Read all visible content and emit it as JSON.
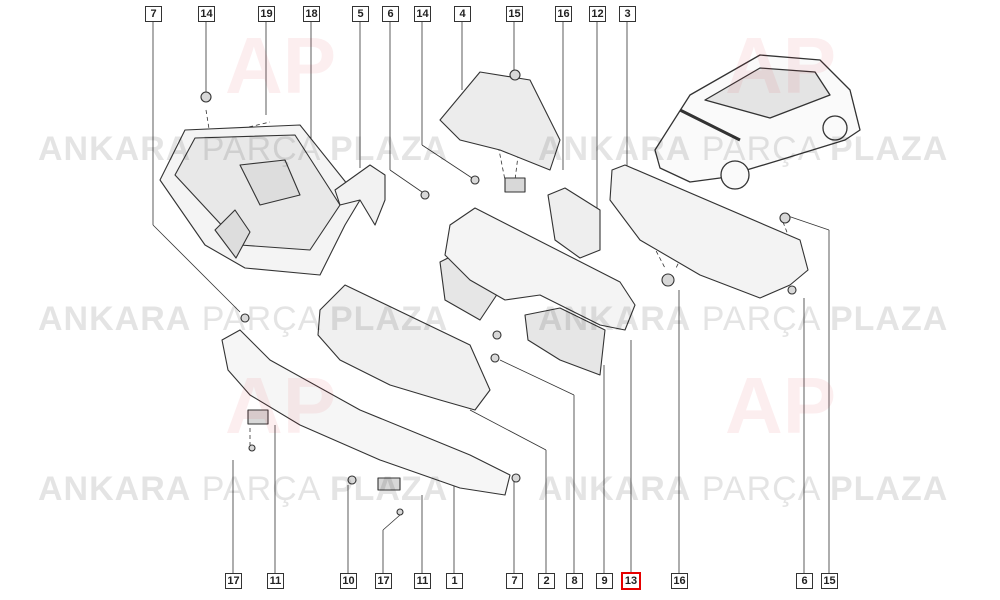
{
  "watermark": {
    "word1": "ANKARA",
    "word2": "PARÇA",
    "word3": "PLAZA",
    "logo": "AP"
  },
  "top_labels": [
    "7",
    "14",
    "19",
    "18",
    "5",
    "6",
    "14",
    "4",
    "15",
    "16",
    "12",
    "3"
  ],
  "bottom_labels": [
    "17",
    "11",
    "10",
    "17",
    "11",
    "1",
    "7",
    "2",
    "8",
    "9",
    "13",
    "16",
    "6",
    "15"
  ],
  "highlighted_label": "13",
  "colors": {
    "highlight": "#e60000",
    "line": "#333333",
    "watermark": "#000000"
  }
}
